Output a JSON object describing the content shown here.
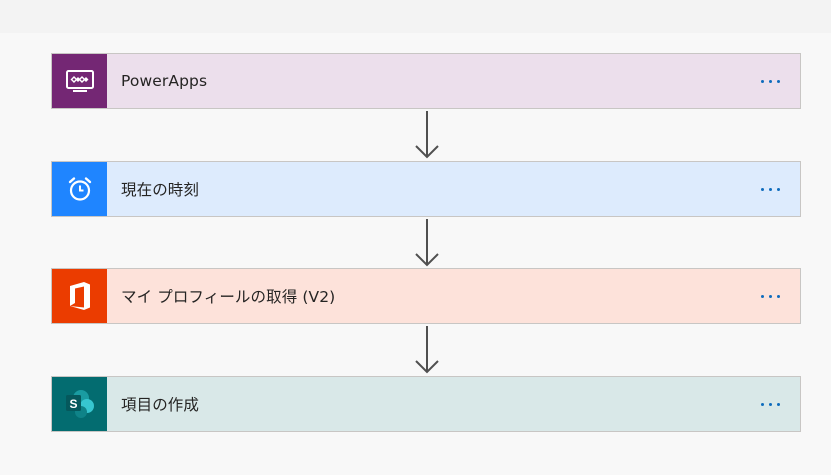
{
  "flow": {
    "steps": [
      {
        "title": "PowerApps",
        "icon": "powerapps-icon",
        "icon_bg": "#742774",
        "card_bg": "#ecdfec"
      },
      {
        "title": "現在の時刻",
        "icon": "alarm-clock-icon",
        "icon_bg": "#1f85ff",
        "card_bg": "#ddebfd"
      },
      {
        "title": "マイ プロフィールの取得 (V2)",
        "icon": "office-icon",
        "icon_bg": "#eb3c00",
        "card_bg": "#fde2da"
      },
      {
        "title": "項目の作成",
        "icon": "sharepoint-icon",
        "icon_bg": "#036c70",
        "card_bg": "#d9e8e8"
      }
    ],
    "more_icon": "ellipsis-icon",
    "connector_icon": "arrow-down-icon",
    "accent_color": "#0f6cbd"
  }
}
